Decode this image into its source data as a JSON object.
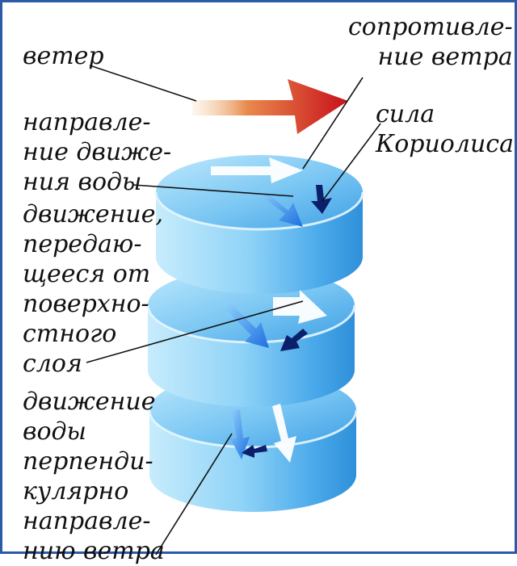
{
  "labels": {
    "wind": "ветер",
    "wind_resistance": "сопротивле-\nние ветра",
    "water_direction": "направле-\nние движе-\nния воды",
    "coriolis_force": "сила\nКориолиса",
    "transmitted_motion": "движение,\nпередаю-\nщееся от\nповерхно-\nстного\nслоя",
    "perpendicular_motion": "движение\nводы\nперпенди-\nкулярно\nнаправле-\nнию ветра"
  },
  "colors": {
    "frame": "#2a5aa8",
    "wind_arrow_start": "#f1c48e",
    "wind_arrow_end": "#c8101a",
    "layer_light": "#cdeefd",
    "layer_mid": "#6fc0f0",
    "layer_dark": "#2f8fd9",
    "arrow_white": "#ffffff",
    "arrow_blue": "#1f6fe0",
    "arrow_navy": "#0b1f6b"
  }
}
